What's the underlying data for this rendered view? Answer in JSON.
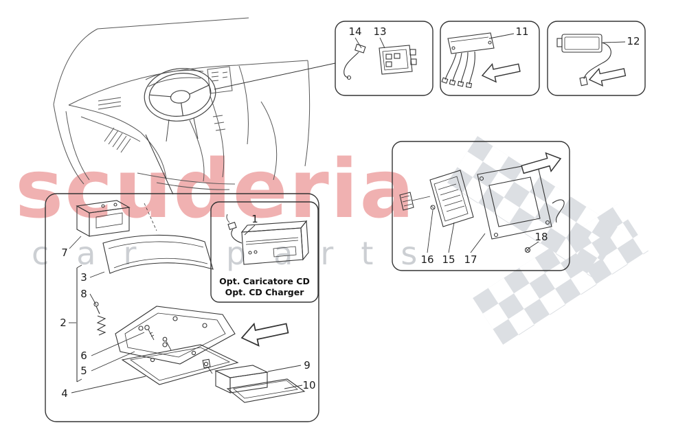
{
  "watermark": {
    "brand": "scuderia",
    "sub": "car parts",
    "brand_color": "#e57373",
    "sub_color": "#9aa0a8"
  },
  "notes": {
    "line1": "Opt. Caricatore CD",
    "line2": "Opt. CD Charger"
  },
  "colors": {
    "line": "#333333",
    "checker": "#98a1ad"
  },
  "parts": {
    "p1": "1",
    "p2": "2",
    "p3": "3",
    "p4": "4",
    "p5": "5",
    "p6": "6",
    "p7": "7",
    "p8": "8",
    "p9": "9",
    "p10": "10",
    "p11": "11",
    "p12": "12",
    "p13": "13",
    "p14": "14",
    "p15": "15",
    "p16": "16",
    "p17": "17",
    "p18": "18"
  }
}
